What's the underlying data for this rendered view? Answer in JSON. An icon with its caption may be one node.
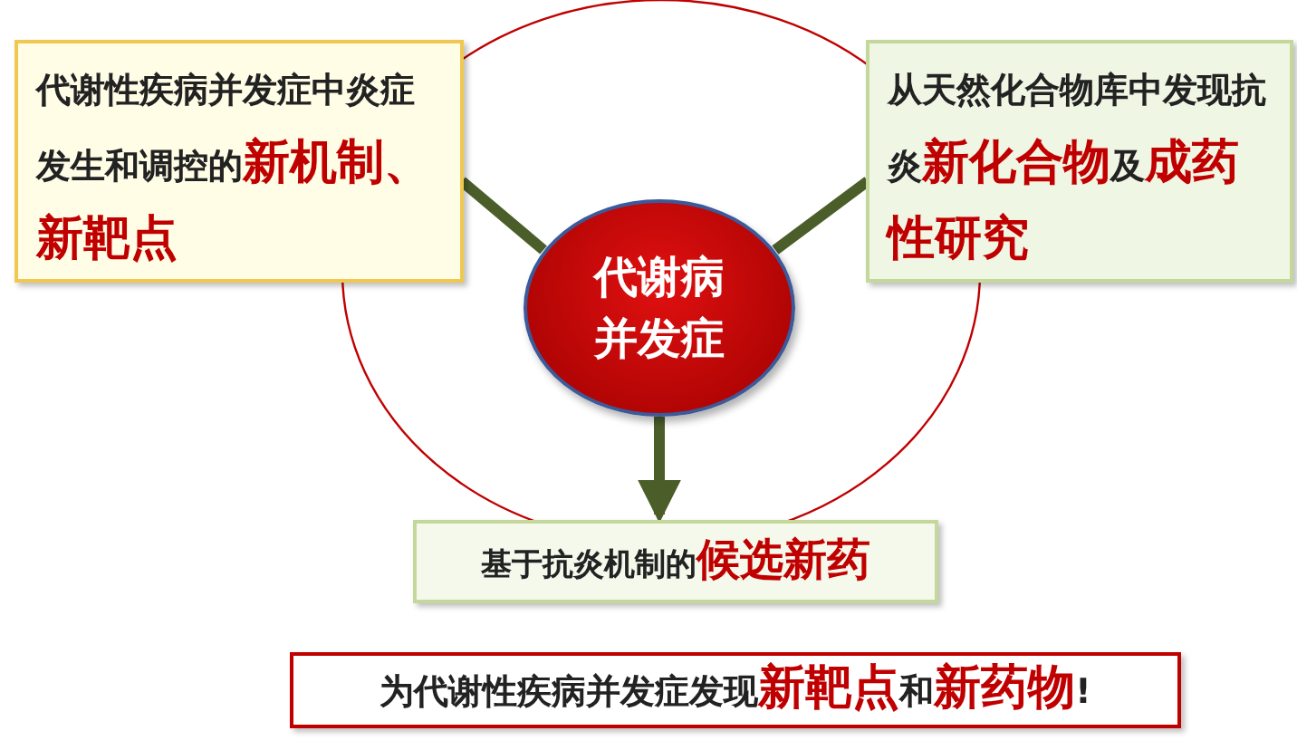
{
  "diagram": {
    "nodes": [
      {
        "text": [
          "代谢性疾病并发症中炎症发生和调控的**新机制、新靶点**"
        ]
      },
      {
        "text": [
          "从天然化合物库中发现抗炎**新化合物**及**成药性研究**"
        ]
      },
      {
        "text": [
          "代谢病并发症"
        ]
      },
      {
        "text": [
          "基于抗炎机制的**候选新药**"
        ]
      },
      {
        "text": [
          "为代谢性疾病并发症发现**新靶点**和**新药物**!"
        ]
      }
    ],
    "edges": [
      {
        "from": 2,
        "to": 0,
        "arrow": "none"
      },
      {
        "from": 2,
        "to": 1,
        "arrow": "none"
      },
      {
        "from": 2,
        "to": 3,
        "arrow": "to"
      }
    ]
  }
}
